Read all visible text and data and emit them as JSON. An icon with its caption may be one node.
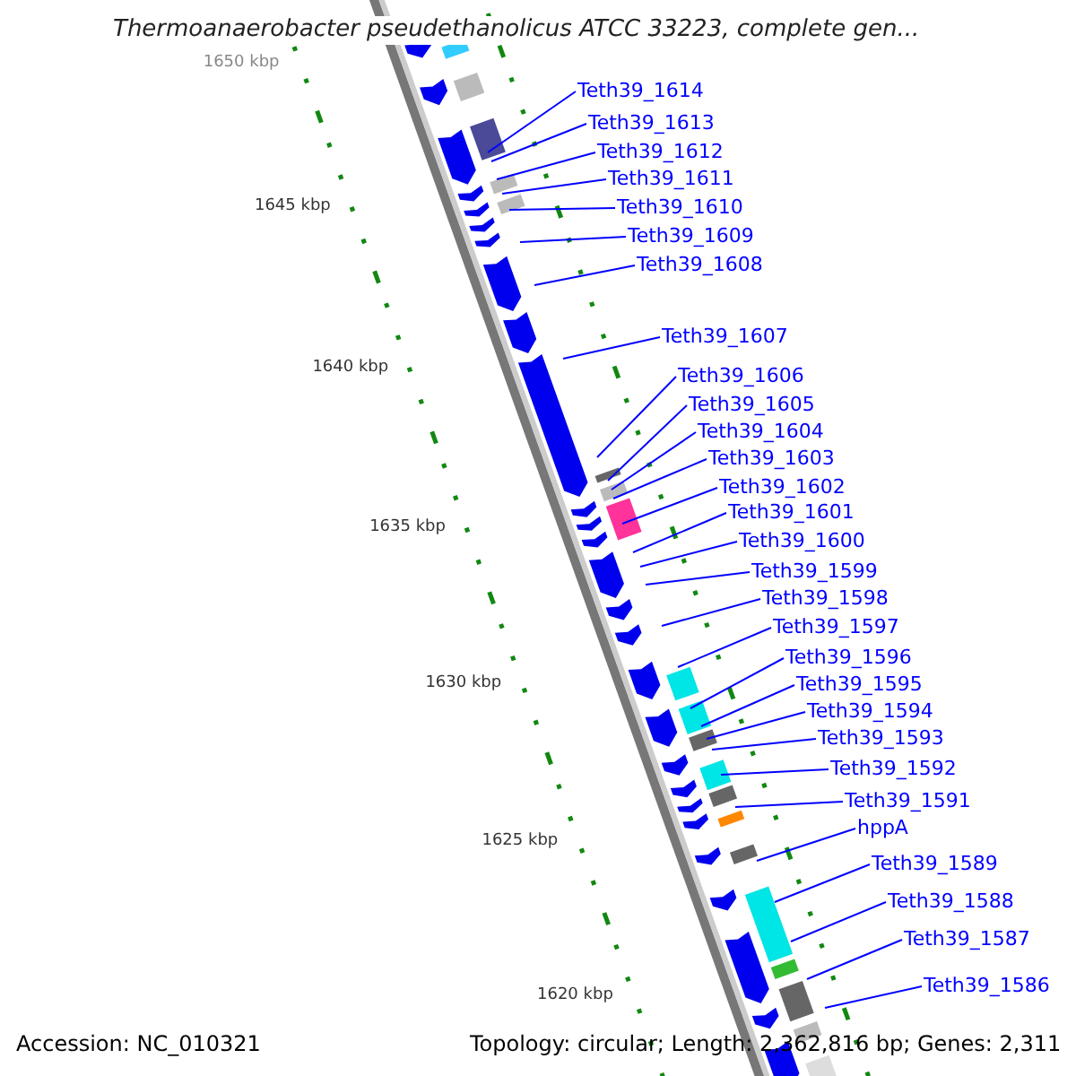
{
  "diagram": {
    "title": "Thermoanaerobacter pseudethanolicus ATCC 33223, complete gen...",
    "nodes": [
      {
        "text": [
          "Teth39_1614"
        ]
      },
      {
        "text": [
          "Teth39_1613"
        ]
      },
      {
        "text": [
          "Teth39_1612"
        ]
      },
      {
        "text": [
          "Teth39_1611"
        ]
      },
      {
        "text": [
          "Teth39_1610"
        ]
      },
      {
        "text": [
          "Teth39_1609"
        ]
      },
      {
        "text": [
          "Teth39_1608"
        ]
      },
      {
        "text": [
          "Teth39_1607"
        ]
      },
      {
        "text": [
          "Teth39_1606"
        ]
      },
      {
        "text": [
          "Teth39_1605"
        ]
      },
      {
        "text": [
          "Teth39_1604"
        ]
      },
      {
        "text": [
          "Teth39_1603"
        ]
      },
      {
        "text": [
          "Teth39_1602"
        ]
      },
      {
        "text": [
          "Teth39_1601"
        ]
      },
      {
        "text": [
          "Teth39_1600"
        ]
      },
      {
        "text": [
          "Teth39_1599"
        ]
      },
      {
        "text": [
          "Teth39_1598"
        ]
      },
      {
        "text": [
          "Teth39_1597"
        ]
      },
      {
        "text": [
          "Teth39_1596"
        ]
      },
      {
        "text": [
          "Teth39_1595"
        ]
      },
      {
        "text": [
          "Teth39_1594"
        ]
      },
      {
        "text": [
          "Teth39_1593"
        ]
      },
      {
        "text": [
          "Teth39_1592"
        ]
      },
      {
        "text": [
          "Teth39_1591"
        ]
      },
      {
        "text": [
          "hppA"
        ]
      },
      {
        "text": [
          "Teth39_1589"
        ]
      },
      {
        "text": [
          "Teth39_1588"
        ]
      },
      {
        "text": [
          "Teth39_1587"
        ]
      },
      {
        "text": [
          "Teth39_1586"
        ]
      }
    ],
    "edges": [
      {
        "from": 0,
        "to": null,
        "arrow": "none"
      },
      {
        "from": 1,
        "to": null,
        "arrow": "none"
      },
      {
        "from": 2,
        "to": null,
        "arrow": "none"
      },
      {
        "from": 3,
        "to": null,
        "arrow": "none"
      },
      {
        "from": 4,
        "to": null,
        "arrow": "none"
      },
      {
        "from": 5,
        "to": null,
        "arrow": "none"
      },
      {
        "from": 6,
        "to": null,
        "arrow": "none"
      },
      {
        "from": 7,
        "to": null,
        "arrow": "none"
      },
      {
        "from": 8,
        "to": null,
        "arrow": "none"
      },
      {
        "from": 9,
        "to": null,
        "arrow": "none"
      },
      {
        "from": 10,
        "to": null,
        "arrow": "none"
      },
      {
        "from": 11,
        "to": null,
        "arrow": "none"
      },
      {
        "from": 12,
        "to": null,
        "arrow": "none"
      },
      {
        "from": 13,
        "to": null,
        "arrow": "none"
      },
      {
        "from": 14,
        "to": null,
        "arrow": "none"
      },
      {
        "from": 15,
        "to": null,
        "arrow": "none"
      },
      {
        "from": 16,
        "to": null,
        "arrow": "none"
      },
      {
        "from": 17,
        "to": null,
        "arrow": "none"
      },
      {
        "from": 18,
        "to": null,
        "arrow": "none"
      },
      {
        "from": 19,
        "to": null,
        "arrow": "none"
      },
      {
        "from": 20,
        "to": null,
        "arrow": "none"
      },
      {
        "from": 21,
        "to": null,
        "arrow": "none"
      },
      {
        "from": 22,
        "to": null,
        "arrow": "none"
      },
      {
        "from": 23,
        "to": null,
        "arrow": "none"
      },
      {
        "from": 24,
        "to": null,
        "arrow": "none"
      },
      {
        "from": 25,
        "to": null,
        "arrow": "none"
      },
      {
        "from": 26,
        "to": null,
        "arrow": "none"
      },
      {
        "from": 27,
        "to": null,
        "arrow": "none"
      },
      {
        "from": 28,
        "to": null,
        "arrow": "none"
      }
    ],
    "labels": [
      "1650 kbp",
      "1645 kbp",
      "1640 kbp",
      "1635 kbp",
      "1630 kbp",
      "1625 kbp",
      "1620 kbp",
      "Accession: NC_010321",
      "Topology: circular; Length: 2,362,816 bp; Genes: 2,311"
    ]
  }
}
